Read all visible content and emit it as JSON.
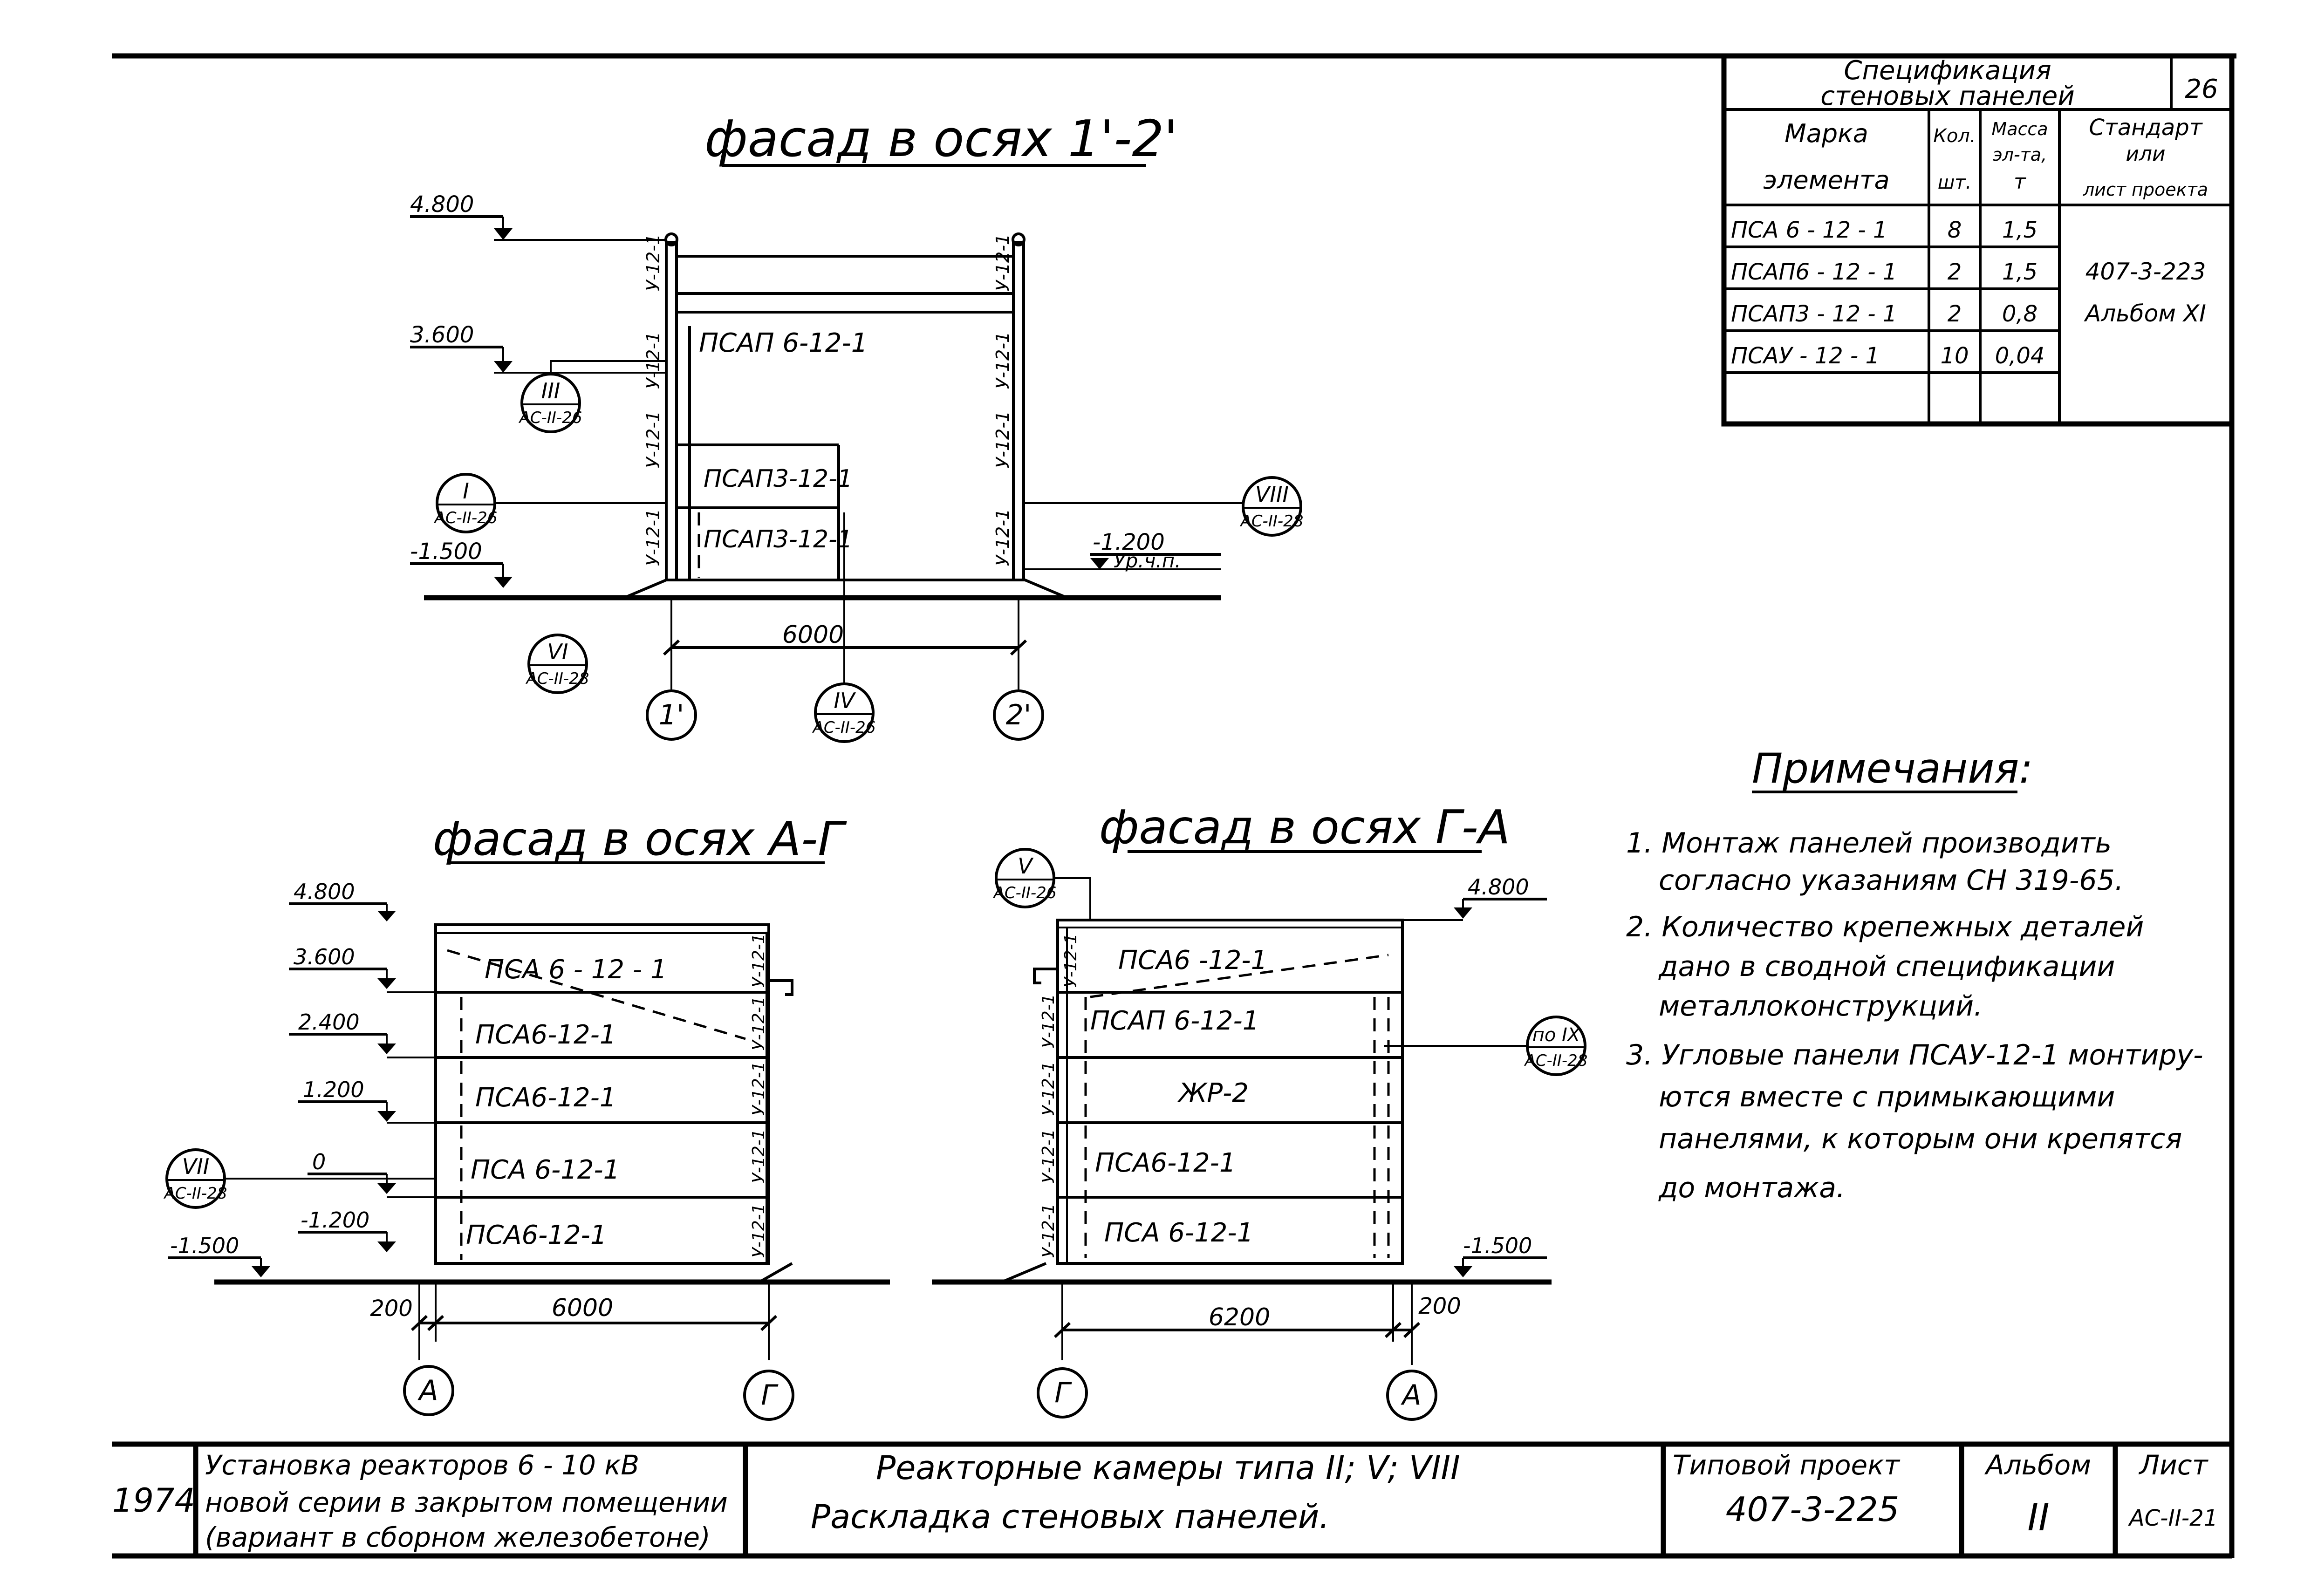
{
  "spec": {
    "title1": "Спецификация",
    "title2": "стеновых панелей",
    "sheet_no": "26",
    "headers": {
      "mark1": "Марка",
      "mark2": "элемента",
      "qty1": "Кол.",
      "qty2": "шт.",
      "mass1": "Масса",
      "mass2": "эл-та,",
      "mass3": "т",
      "std1": "Стандарт",
      "std2": "или",
      "std3": "лист проекта"
    },
    "rows": [
      {
        "mark": "ПСА 6 - 12 - 1",
        "qty": "8",
        "mass": "1,5"
      },
      {
        "mark": "ПСАП6 - 12 - 1",
        "qty": "2",
        "mass": "1,5"
      },
      {
        "mark": "ПСАП3 - 12 - 1",
        "qty": "2",
        "mass": "0,8"
      },
      {
        "mark": "ПСАУ - 12 - 1",
        "qty": "10",
        "mass": "0,04"
      }
    ],
    "std_value1": "407-3-223",
    "std_value2": "Альбом XI"
  },
  "notes": {
    "title": "Примечания:",
    "lines": [
      "1. Монтаж панелей производить",
      "согласно указаниям СН 319-65.",
      "2. Количество крепежных деталей",
      "дано в сводной спецификации",
      "металлоконструкций.",
      "3. Угловые панели ПСАУ-12-1 монтиру-",
      "ются вместе с примыкающими",
      "панелями, к которым они крепятся",
      "до монтажа."
    ]
  },
  "facade1": {
    "title": "фасад в осях 1'-2'",
    "levels": [
      "4.800",
      "3.600",
      "-1.500",
      "-1.200",
      "Ур.ч.п."
    ],
    "panels": [
      "ПСАП 6-12-1",
      "ПСАП3-12-1",
      "ПСАП3-12-1"
    ],
    "corner": "У-12-1",
    "dim": "6000",
    "axes": [
      "1'",
      "2'"
    ],
    "callouts": [
      {
        "num": "III",
        "ref": "АС-II-26"
      },
      {
        "num": "I",
        "ref": "АС-II-26"
      },
      {
        "num": "VIII",
        "ref": "АС-II-28"
      },
      {
        "num": "VI",
        "ref": "АС-II-28"
      },
      {
        "num": "IV",
        "ref": "АС-II-26"
      }
    ]
  },
  "facade2": {
    "title": "фасад в осях А-Г",
    "levels": [
      "4.800",
      "3.600",
      "2.400",
      "1.200",
      "0",
      "-1.200",
      "-1.500"
    ],
    "panels": [
      "ПСА 6 - 12 - 1",
      "ПСА6-12-1",
      "ПСА6-12-1",
      "ПСА 6-12-1",
      "ПСА6-12-1"
    ],
    "corner": "У-12-1",
    "dims": [
      "200",
      "6000"
    ],
    "axes": [
      "А",
      "Г"
    ],
    "callout": {
      "num": "VII",
      "ref": "АС-II-28"
    }
  },
  "facade3": {
    "title": "фасад в осях Г-А",
    "levels": [
      "4.800",
      "-1.500"
    ],
    "panels": [
      "ПСА6 -12-1",
      "ПСАП 6-12-1",
      "ЖР-2",
      "ПСА6-12-1",
      "ПСА 6-12-1"
    ],
    "corner": "У-12-1",
    "dims": [
      "6200",
      "200"
    ],
    "axes": [
      "Г",
      "А"
    ],
    "callouts": [
      {
        "num": "V",
        "ref": "АС-II-26"
      },
      {
        "num": "по IX",
        "ref": "АС-II-28"
      }
    ]
  },
  "stamp": {
    "year": "1974",
    "desc1": "Установка реакторов 6 - 10 кВ",
    "desc2": "новой серии в закрытом помещении",
    "desc3": "(вариант в сборном железобетоне)",
    "title1": "Реакторные камеры типа II; V; VIII",
    "title2": "Раскладка стеновых панелей.",
    "proj_label": "Типовой проект",
    "proj_value": "407-3-225",
    "album_label": "Альбом",
    "album_value": "II",
    "sheet_label": "Лист",
    "sheet_value": "АС-II-21"
  }
}
